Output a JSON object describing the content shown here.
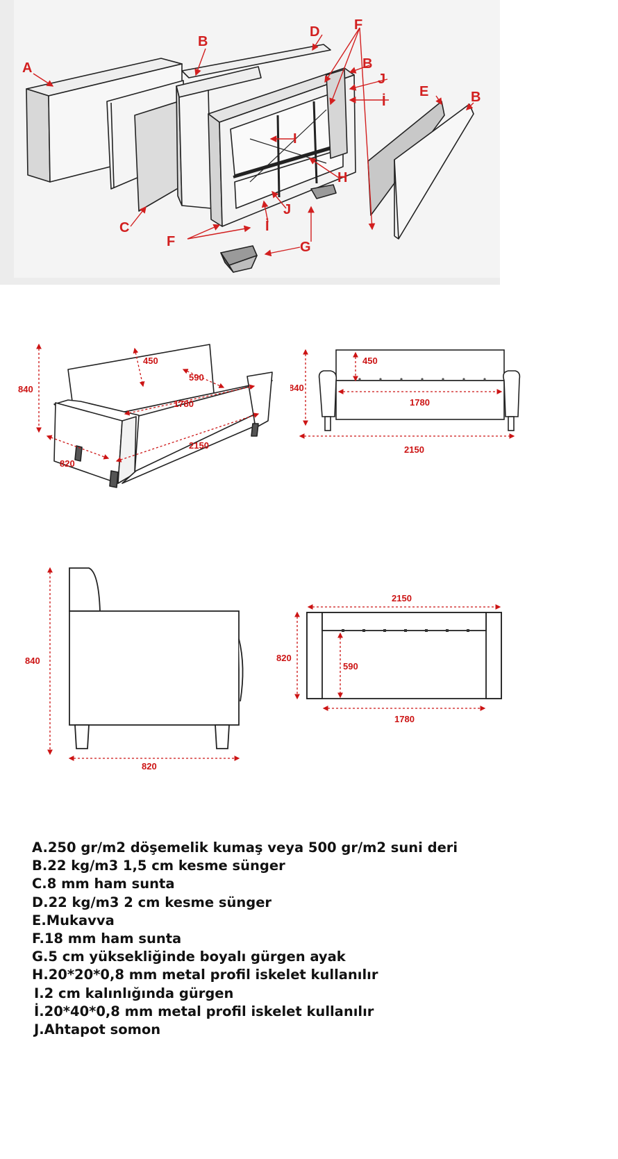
{
  "exploded": {
    "labels": {
      "a": "A",
      "b1": "B",
      "b2": "B",
      "b3": "B",
      "c": "C",
      "d": "D",
      "e": "E",
      "f_top": "F",
      "f_bottom": "F",
      "g": "G",
      "h": "H",
      "i1": "I",
      "i2": "İ",
      "i3": "İ",
      "j1": "J",
      "j2": "J"
    }
  },
  "perspective": {
    "h": "840",
    "d": "820",
    "w": "2150",
    "back": "450",
    "seat": "590",
    "inner": "1780"
  },
  "front": {
    "h": "840",
    "back": "450",
    "inner": "1780",
    "w": "2150"
  },
  "side": {
    "h": "840",
    "d": "820"
  },
  "top": {
    "w": "2150",
    "d": "820",
    "seat": "590",
    "inner": "1780"
  },
  "legend": [
    "A.250 gr/m2 döşemelik kumaş veya 500 gr/m2 suni deri",
    "B.22 kg/m3 1,5 cm kesme sünger",
    "C.8 mm ham sunta",
    "D.22 kg/m3 2 cm kesme sünger",
    "E.Mukavva",
    "F.18 mm ham sunta",
    "G.5 cm yüksekliğinde boyalı gürgen ayak",
    "H.20*20*0,8 mm metal profil iskelet kullanılır",
    "I.2 cm kalınlığında gürgen",
    "İ.20*40*0,8 mm metal profil iskelet kullanılır",
    "J.Ahtapot somon"
  ]
}
